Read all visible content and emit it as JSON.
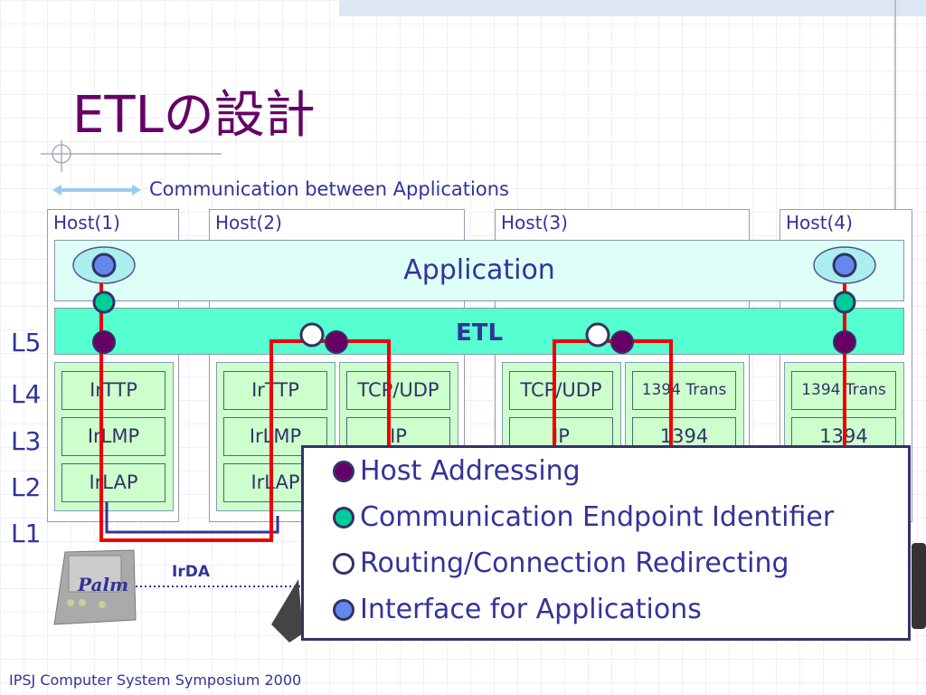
{
  "title": "ETLの設計",
  "comm_label": "Communication between Applications",
  "hosts": [
    "Host(1)",
    "Host(2)",
    "Host(3)",
    "Host(4)"
  ],
  "application": "Application",
  "etl": "ETL",
  "levels": [
    "L5",
    "L4",
    "L3",
    "L2",
    "L1"
  ],
  "stacks": {
    "h1": [
      "IrTTP",
      "IrLMP",
      "IrLAP"
    ],
    "h2a": [
      "IrTTP",
      "IrLMP",
      "IrLAP"
    ],
    "h2b": [
      "TCP/UDP",
      "IP"
    ],
    "h3a": [
      "TCP/UDP",
      "IP"
    ],
    "h3b": [
      "1394 Trans",
      "1394"
    ],
    "h4": [
      "1394 Trans",
      "1394"
    ]
  },
  "palm": "Palm",
  "irda": "IrDA",
  "legend": [
    {
      "label": "Host Addressing",
      "color": "#660066"
    },
    {
      "label": "Communication Endpoint Identifier",
      "color": "#00cc99"
    },
    {
      "label": "Routing/Connection Redirecting",
      "color": "#ffffff"
    },
    {
      "label": "Interface for Applications",
      "color": "#6688ee"
    }
  ],
  "footer": "IPSJ Computer System Symposium 2000"
}
